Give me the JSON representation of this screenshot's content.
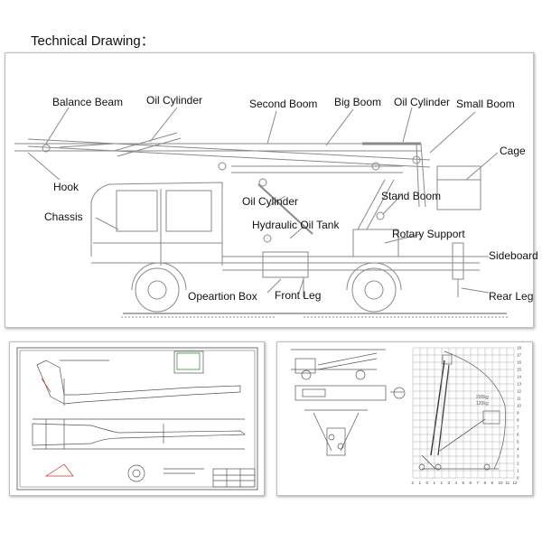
{
  "title": "Technical Drawing：",
  "labels": {
    "balance_beam": "Balance Beam",
    "oil_cylinder_1": "Oil Cylinder",
    "second_boom": "Second Boom",
    "big_boom": "Big Boom",
    "oil_cylinder_2": "Oil Cylinder",
    "small_boom": "Small Boom",
    "cage": "Cage",
    "hook": "Hook",
    "stand_boom": "Stand Boom",
    "oil_cylinder_3": "Oil Cylinder",
    "chassis": "Chassis",
    "hydraulic_oil_tank": "Hydraulic Oil Tank",
    "rotary_support": "Rotary Support",
    "sideboard": "Sideboard",
    "operation_box": "Opeartion Box",
    "front_leg": "Front Leg",
    "rear_leg": "Rear Leg"
  },
  "chart_scale": {
    "y_ticks": [
      "18",
      "17",
      "16",
      "15",
      "14",
      "13",
      "12",
      "11",
      "10",
      "9",
      "8",
      "7",
      "6",
      "5",
      "4",
      "3",
      "2",
      "1",
      "0"
    ],
    "x_ticks": [
      "2",
      "1",
      "0",
      "1",
      "2",
      "3",
      "4",
      "5",
      "6",
      "7",
      "8",
      "9",
      "10",
      "11",
      "12"
    ],
    "load_labels": [
      "200kg",
      "120kg"
    ]
  },
  "colors": {
    "line": "#7a7a7a",
    "dark": "#333333",
    "panel_border": "#bdbdbd"
  }
}
